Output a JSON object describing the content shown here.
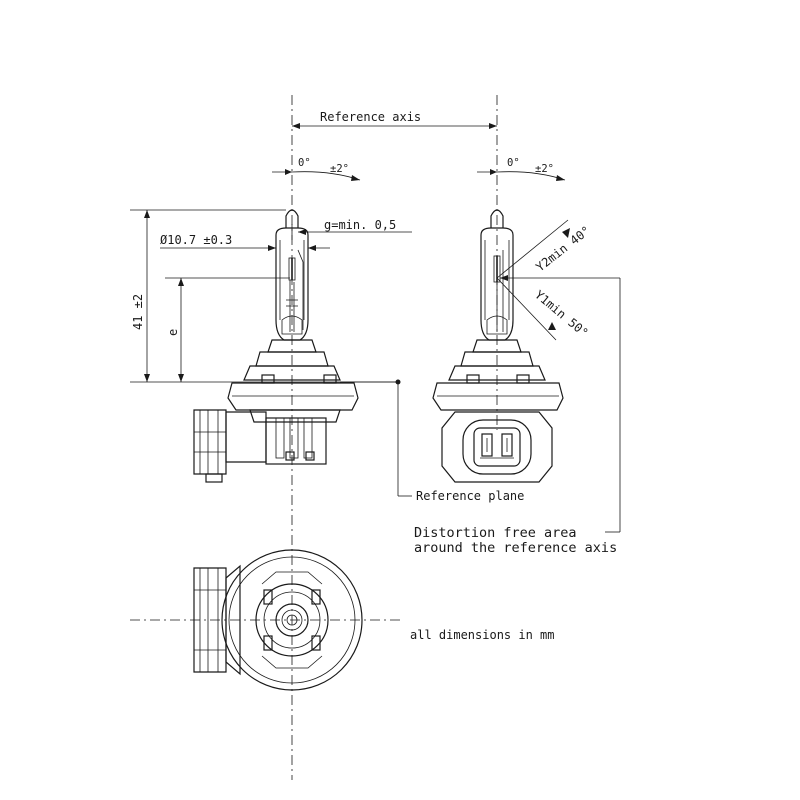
{
  "labels": {
    "reference_axis": "Reference axis",
    "angle_left_zero": "0°",
    "angle_left_tol": "±2°",
    "angle_right_zero": "0°",
    "angle_right_tol": "±2°",
    "diameter": "Ø10.7 ±0.3",
    "gap": "g=min. 0,5",
    "height": "41 ±2",
    "e": "e",
    "y2min": "Y2min 40°",
    "y1min": "Y1min 50°",
    "reference_plane": "Reference plane",
    "distortion_line1": "Distortion free area",
    "distortion_line2": "around the reference axis",
    "all_dims": "all dimensions in mm"
  }
}
